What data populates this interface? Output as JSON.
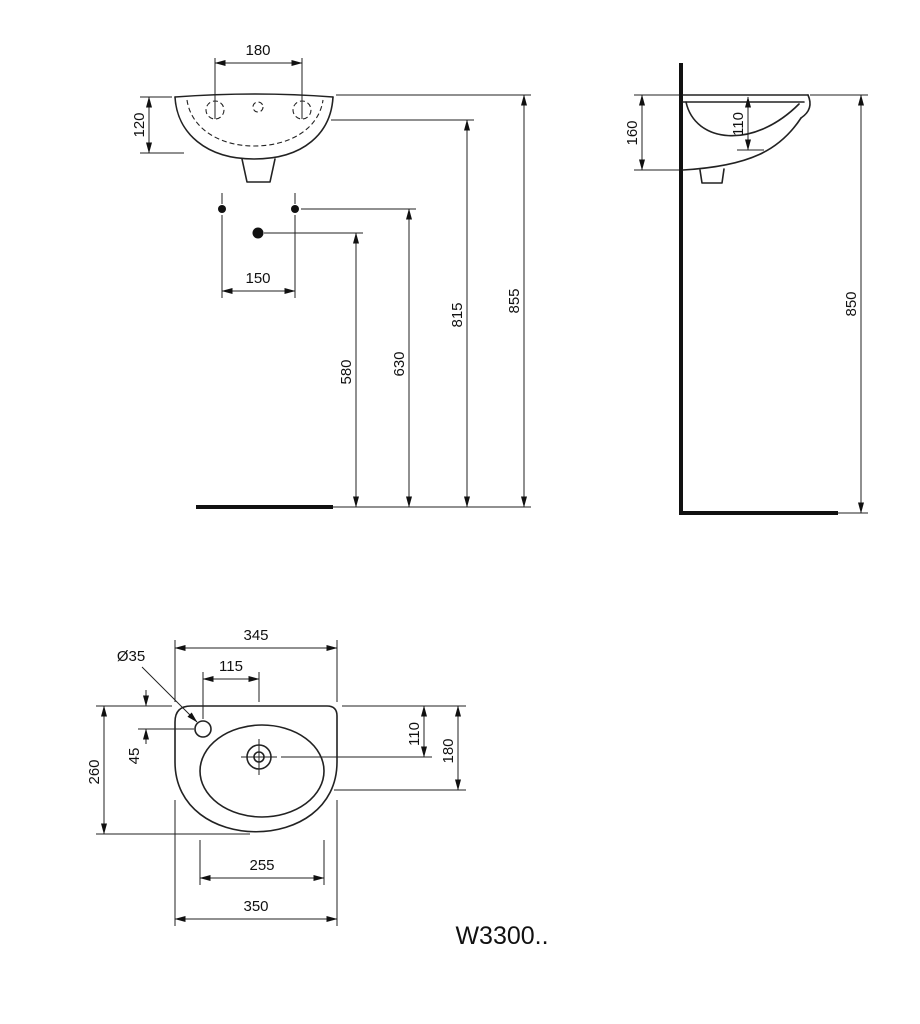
{
  "model_label": "W3300..",
  "front_view": {
    "tap_hole_spacing": "180",
    "rim_to_underside_height": "120",
    "fixing_hole_spacing": "150",
    "drain_height": "580",
    "fixing_hole_height": "630",
    "underside_height": "815",
    "rim_height": "855"
  },
  "side_view": {
    "basin_depth_height": "160",
    "inner_bowl_depth": "110",
    "rim_height": "850"
  },
  "top_view": {
    "rear_edge_width": "345",
    "tap_to_center_distance": "115",
    "tap_hole_diameter": "Ø35",
    "tap_hole_from_rear": "45",
    "overall_depth": "260",
    "drain_from_rear": "110",
    "bowl_front_from_rear": "180",
    "bowl_width": "255",
    "overall_width": "350"
  }
}
